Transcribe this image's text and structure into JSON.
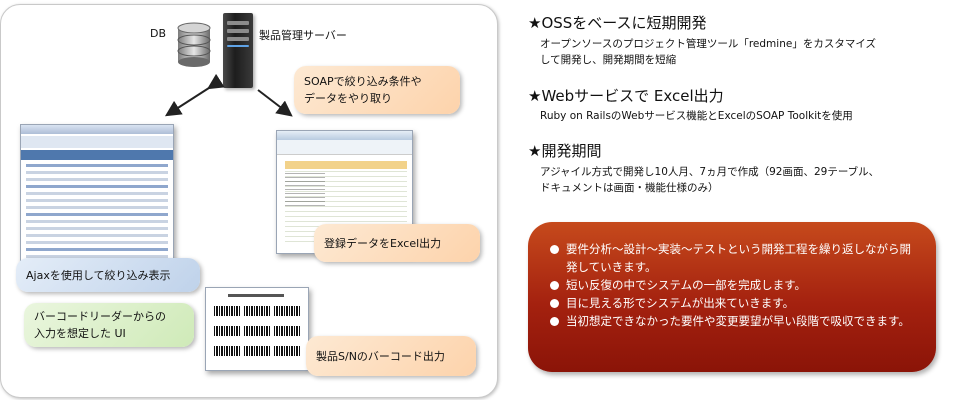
{
  "diagram": {
    "db_label": "DB",
    "server_label": "製品管理サーバー",
    "callouts": {
      "soap": [
        "SOAPで絞り込み条件や",
        "データをやり取り"
      ],
      "excel": "登録データをExcel出力",
      "ajax": "Ajaxを使用して絞り込み表示",
      "barcode_ui": [
        "バーコードリーダーからの",
        "入力を想定した UI"
      ],
      "barcode_out": "製品S/Nのバーコード出力"
    }
  },
  "sections": [
    {
      "heading": "★OSSをベースに短期開発",
      "lines": [
        "オープンソースのプロジェクト管理ツール「redmine」をカスタマイズ",
        "して開発し、開発期間を短縮"
      ]
    },
    {
      "heading": "★Webサービスで Excel出力",
      "lines": [
        "Ruby on RailsのWebサービス機能とExcelのSOAP Toolkitを使用"
      ]
    },
    {
      "heading": "★開発期間",
      "lines": [
        "アジャイル方式で開発し10人月、7ヵ月で作成（92画面、29テーブル、",
        "ドキュメントは画面・機能仕様のみ）"
      ]
    }
  ],
  "summary": {
    "items": [
      "要件分析〜設計〜実装〜テストという開発工程を繰り返しながら開発していきます。",
      "短い反復の中でシステムの一部を完成します。",
      "目に見える形でシステムが出来ていきます。",
      "当初想定できなかった要件や変更要望が早い段階で吸収できます。"
    ]
  },
  "colors": {
    "summary_bg": "#a4210f",
    "callout_orange": "#fdd3ab",
    "callout_green": "#cfeab8",
    "callout_blue": "#bfd2ea"
  }
}
